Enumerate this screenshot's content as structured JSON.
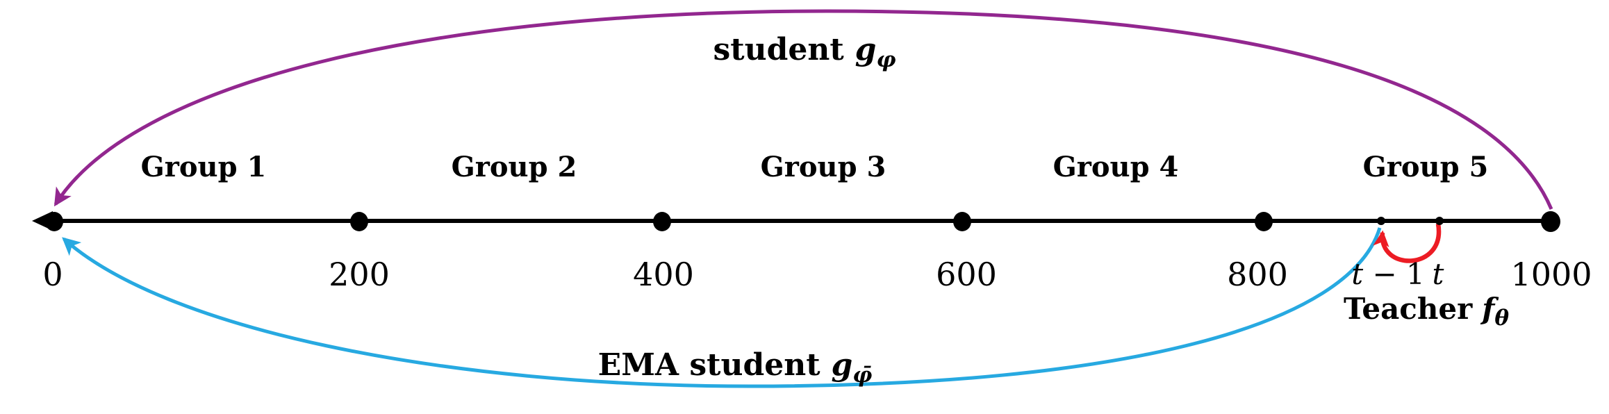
{
  "diagram": {
    "group_labels": [
      "Group 1",
      "Group 2",
      "Group 3",
      "Group 4",
      "Group 5"
    ],
    "axis": {
      "tick_labels": [
        "0",
        "200",
        "400",
        "600",
        "800",
        "1000"
      ],
      "t_minus_1": {
        "symbol": "t",
        "rest": " − 1"
      },
      "t": {
        "symbol": "t"
      }
    },
    "arc_labels": {
      "student": {
        "text": "student",
        "symbol": "g",
        "subscript": "φ"
      },
      "ema_student": {
        "text": "EMA student",
        "symbol": "g",
        "subscript": "φ̄"
      },
      "teacher": {
        "text": "Teacher",
        "symbol": "f",
        "subscript": "θ"
      }
    },
    "colors": {
      "background": "#FFFFFF",
      "axis": "#000000",
      "text": "#000000",
      "student_arc": "#92278F",
      "ema_student_arc": "#27A9E1",
      "teacher_arc": "#EC1C24"
    }
  }
}
